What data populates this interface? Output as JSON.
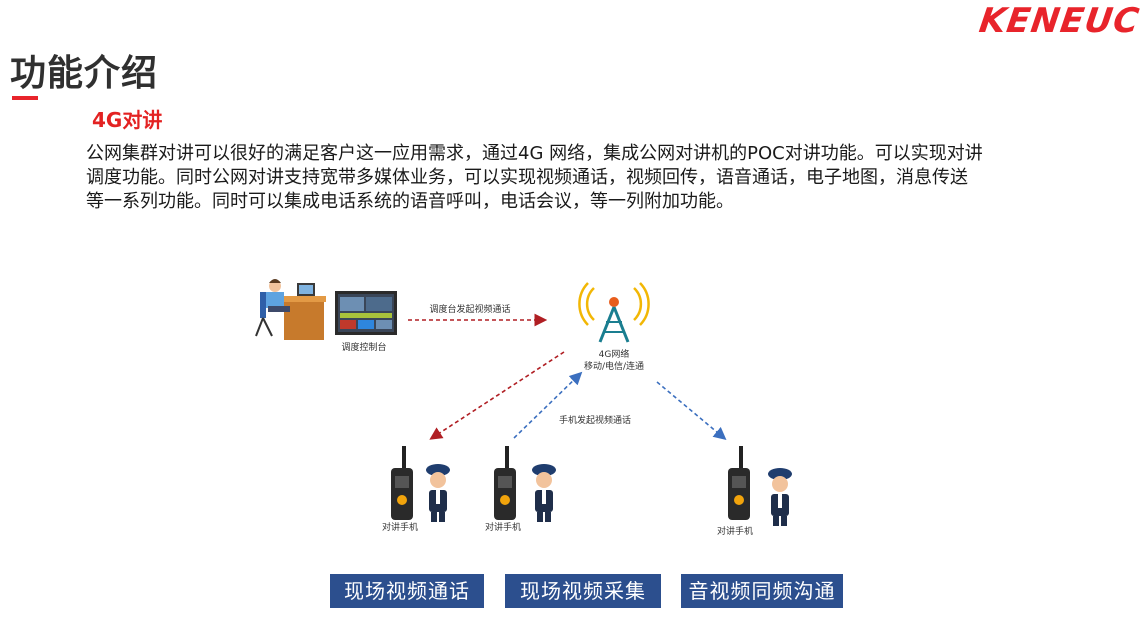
{
  "brand": {
    "logo_text": "KENEUC",
    "logo_color": "#e8242b"
  },
  "page_title": "功能介绍",
  "section_heading": "4G对讲",
  "intro_lines": [
    "公网集群对讲可以很好的满足客户这一应用需求，通过4G 网络，集成公网对讲机的POC对讲功能。可以实现对讲",
    "调度功能。同时公网对讲支持宽带多媒体业务，可以实现视频通话，视频回传，语音通话，电子地图，消息传送",
    "等一系列功能。同时可以集成电话系统的语音呼叫，电话会议，等一列附加功能。"
  ],
  "diagram": {
    "dispatch_console_label": "调度控制台",
    "dispatch_call_label": "调度台发起视频通话",
    "tower_label_1": "4G网络",
    "tower_label_2": "移动/电信/连通",
    "handset_call_label": "手机发起视频通话",
    "handset_labels": [
      "对讲手机",
      "对讲手机",
      "对讲手机"
    ],
    "dispatch_arrow_color": "#b01e23",
    "handset_arrow_color": "#3b6fbf"
  },
  "buttons": [
    "现场视频通话",
    "现场视频采集",
    "音视频同频沟通"
  ],
  "colors": {
    "accent": "#e8242b",
    "button_bg": "#2c4f8e"
  }
}
